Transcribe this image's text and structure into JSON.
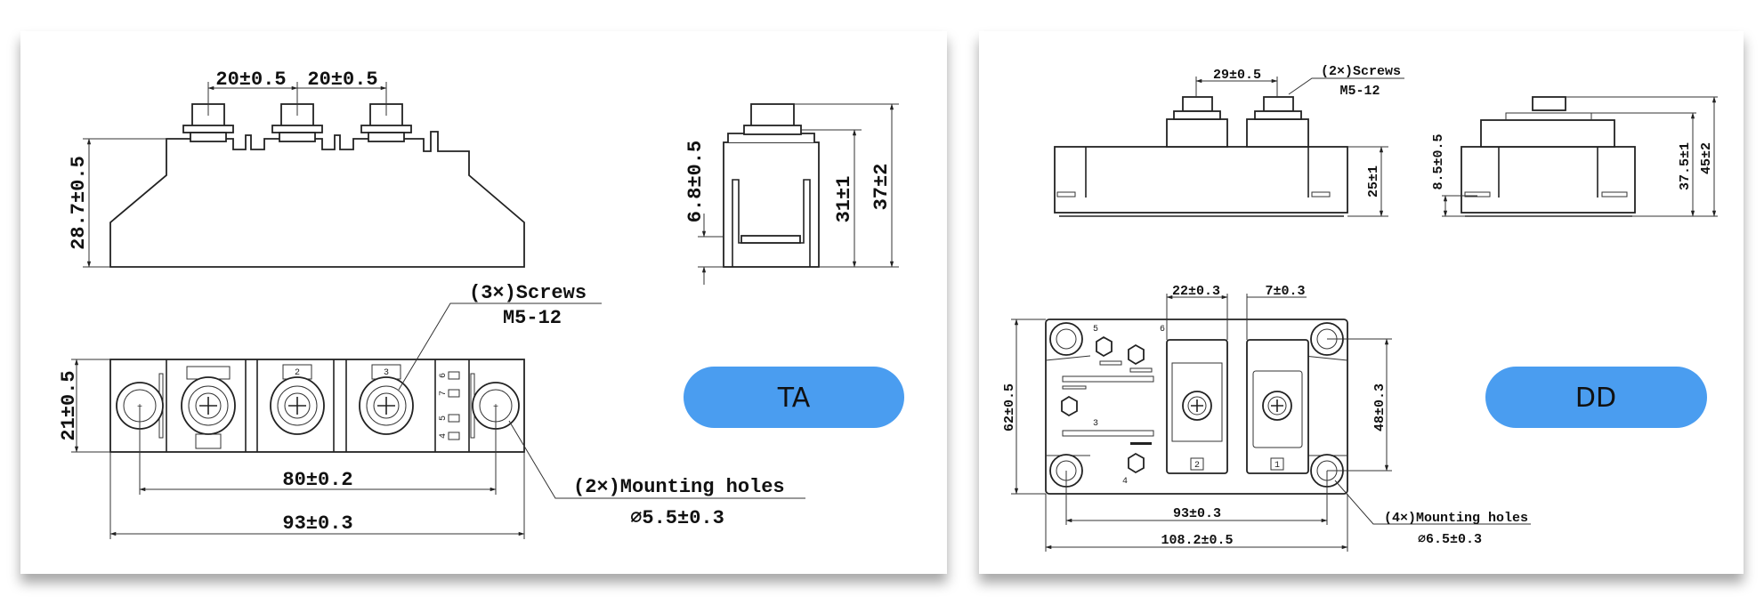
{
  "accent_color": "#4a9df0",
  "ta_panel": {
    "badge": "TA",
    "dims": {
      "pitch1": "20±0.5",
      "pitch2": "20±0.5",
      "height": "28.7±0.5",
      "side_offset": "6.8±0.5",
      "side_body": "31±1",
      "side_total": "37±2",
      "width": "21±0.5",
      "hole_pitch": "80±0.2",
      "length": "93±0.3"
    },
    "screws_label": "(3×)Screws",
    "screws_spec": "M5-12",
    "holes_label": "(2×)Mounting holes",
    "holes_spec": "∅5.5±0.3",
    "terminal_numbers": [
      "2",
      "3"
    ],
    "aux_pins": [
      "6",
      "7",
      "5",
      "4"
    ]
  },
  "dd_panel": {
    "badge": "DD",
    "dims": {
      "pitch": "29±0.5",
      "height": "25±1",
      "side_offset": "8.5±0.5",
      "side_body": "37.5±1",
      "side_total": "45±2",
      "terminal_width": "22±0.3",
      "terminal_gap": "7±0.3",
      "width": "62±0.5",
      "hole_pitch_y": "48±0.3",
      "hole_pitch_x": "93±0.3",
      "length": "108.2±0.5"
    },
    "screws_label": "(2×)Screws",
    "screws_spec": "M5-12",
    "holes_label": "(4×)Mounting holes",
    "holes_spec": "∅6.5±0.3",
    "terminal_numbers": [
      "5",
      "6",
      "3",
      "4",
      "2",
      "1"
    ]
  }
}
